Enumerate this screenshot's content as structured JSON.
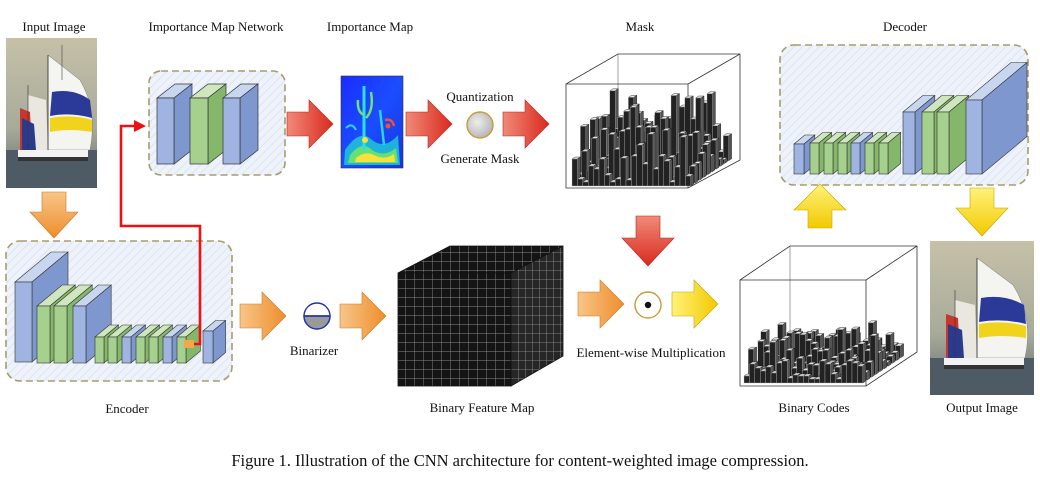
{
  "labels": {
    "input_image": "Input Image",
    "importance_map_network": "Importance Map Network",
    "importance_map": "Importance Map",
    "mask": "Mask",
    "decoder": "Decoder",
    "quantization": "Quantization",
    "generate_mask": "Generate Mask",
    "encoder": "Encoder",
    "binarizer": "Binarizer",
    "binary_feature_map": "Binary Feature Map",
    "element_wise_multiplication": "Element-wise Multiplication",
    "binary_codes": "Binary Codes",
    "output_image": "Output Image"
  },
  "caption": "Figure 1. Illustration of the CNN architecture for content-weighted image compression.",
  "colors": {
    "conv_blue": "#9fb4e0",
    "conv_green": "#a6d08d",
    "red_arrow": "#e23a2c",
    "orange_arrow": "#f4a649",
    "yellow_arrow": "#f5d400",
    "dashed_border": "#a59d6b",
    "box_fill": "#eef2fa",
    "connection": "#ee1111"
  }
}
